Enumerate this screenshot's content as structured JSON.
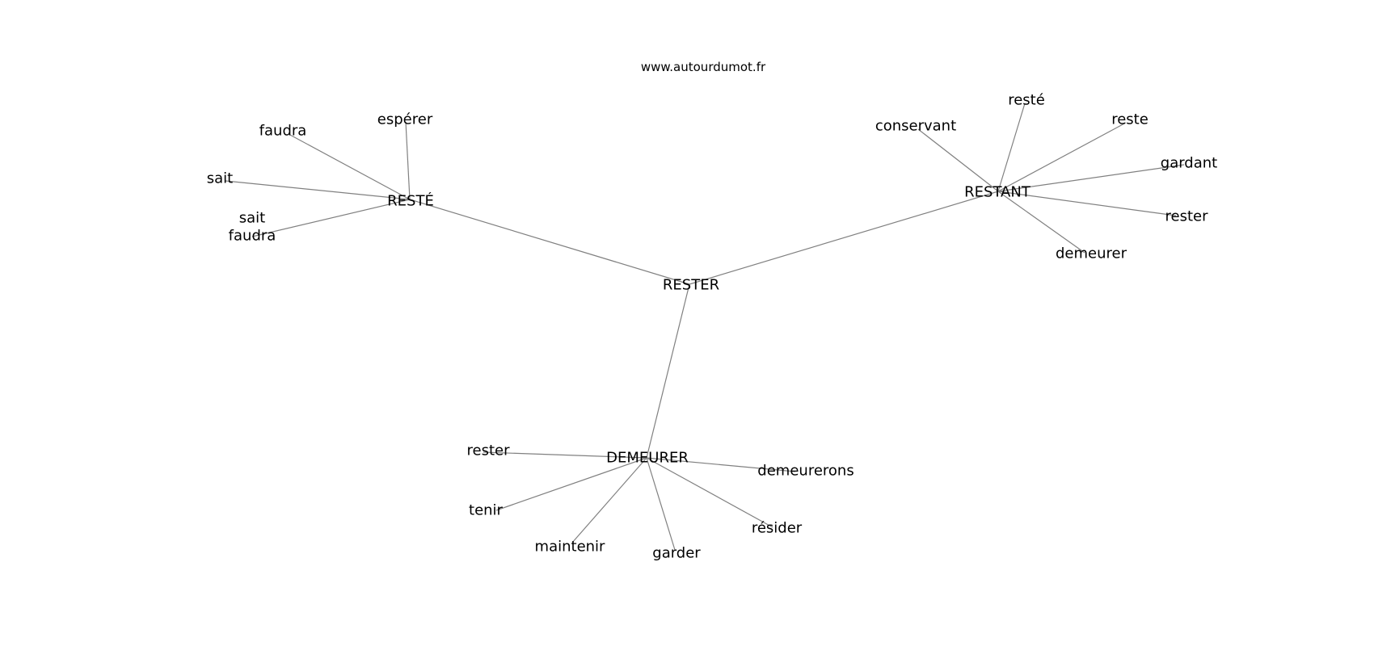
{
  "source": "www.autourdumot.fr",
  "center": "RESTER",
  "clusters": [
    {
      "hub": "RESTÉ",
      "leaves": [
        "faudra",
        "espérer",
        "sait",
        "sait\nfaudra"
      ]
    },
    {
      "hub": "RESTANT",
      "leaves": [
        "conservant",
        "resté",
        "reste",
        "gardant",
        "rester",
        "demeurer"
      ]
    },
    {
      "hub": "DEMEURER",
      "leaves": [
        "rester",
        "tenir",
        "maintenir",
        "garder",
        "résider",
        "demeurerons"
      ]
    }
  ]
}
